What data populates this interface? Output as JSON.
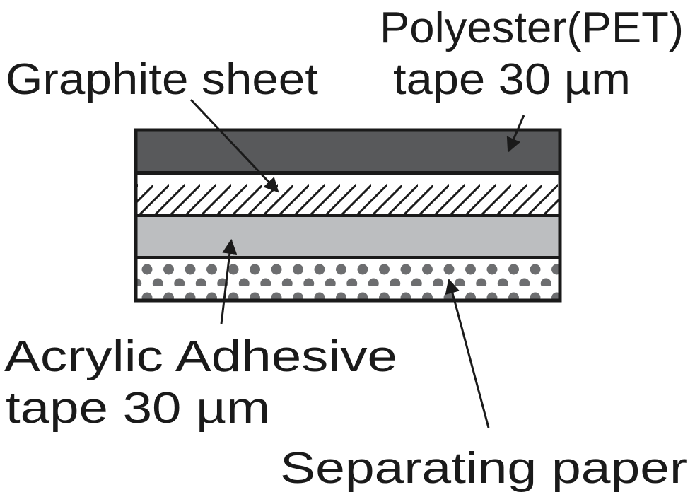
{
  "labels": {
    "pet_line1": "Polyester(PET)",
    "pet_line2": "tape 30 µm",
    "graphite": "Graphite sheet",
    "acrylic_line1": "Acrylic Adhesive",
    "acrylic_line2": "tape 30 µm",
    "separating": "Separating paper"
  },
  "colors": {
    "outline": "#1a1a1a",
    "pet_fill": "#58595b",
    "graphite_fill": "#ffffff",
    "adhesive_fill": "#bcbec0",
    "paper_fill": "#ffffff",
    "paper_dots": "#6d6e70"
  }
}
